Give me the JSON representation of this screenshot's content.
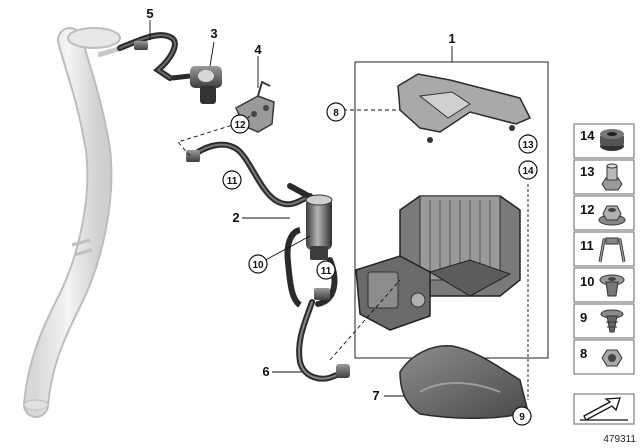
{
  "callouts": {
    "c1": "1",
    "c2": "2",
    "c3": "3",
    "c4": "4",
    "c5": "5",
    "c6": "6",
    "c7": "7",
    "c8": "8",
    "c9": "9",
    "c10": "10",
    "c11a": "11",
    "c11b": "11",
    "c12": "12",
    "c13": "13",
    "c14": "14"
  },
  "legend": {
    "items": [
      {
        "number": "14",
        "icon": "grommet-icon"
      },
      {
        "number": "13",
        "icon": "hex-collar-nut-icon"
      },
      {
        "number": "12",
        "icon": "flange-nut-icon"
      },
      {
        "number": "11",
        "icon": "hose-clip-icon"
      },
      {
        "number": "10",
        "icon": "expansion-rivet-icon"
      },
      {
        "number": "9",
        "icon": "push-clip-icon"
      },
      {
        "number": "8",
        "icon": "hex-nut-icon"
      }
    ],
    "nav_icon": "arrow-icon"
  },
  "document_id": "479311"
}
